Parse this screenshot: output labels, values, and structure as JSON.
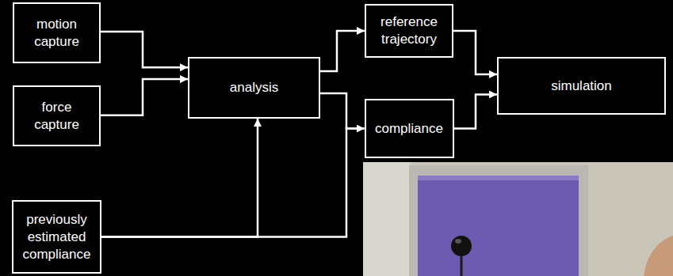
{
  "diagram": {
    "nodes": [
      {
        "text": [
          "motion capture"
        ]
      },
      {
        "text": [
          "force capture"
        ]
      },
      {
        "text": [
          "analysis"
        ]
      },
      {
        "text": [
          "reference trajectory"
        ]
      },
      {
        "text": [
          "compliance"
        ]
      },
      {
        "text": [
          "simulation"
        ]
      },
      {
        "text": [
          "previously estimated compliance"
        ]
      }
    ],
    "edges": [
      {
        "from": 0,
        "to": 2,
        "arrow": "to"
      },
      {
        "from": 1,
        "to": 2,
        "arrow": "to"
      },
      {
        "from": 6,
        "to": 2,
        "arrow": "to"
      },
      {
        "from": 6,
        "to": 4,
        "arrow": "to"
      },
      {
        "from": 2,
        "to": 3,
        "arrow": "to"
      },
      {
        "from": 2,
        "to": 4,
        "arrow": "to"
      },
      {
        "from": 3,
        "to": 5,
        "arrow": "to"
      },
      {
        "from": 4,
        "to": 5,
        "arrow": "to"
      }
    ]
  }
}
